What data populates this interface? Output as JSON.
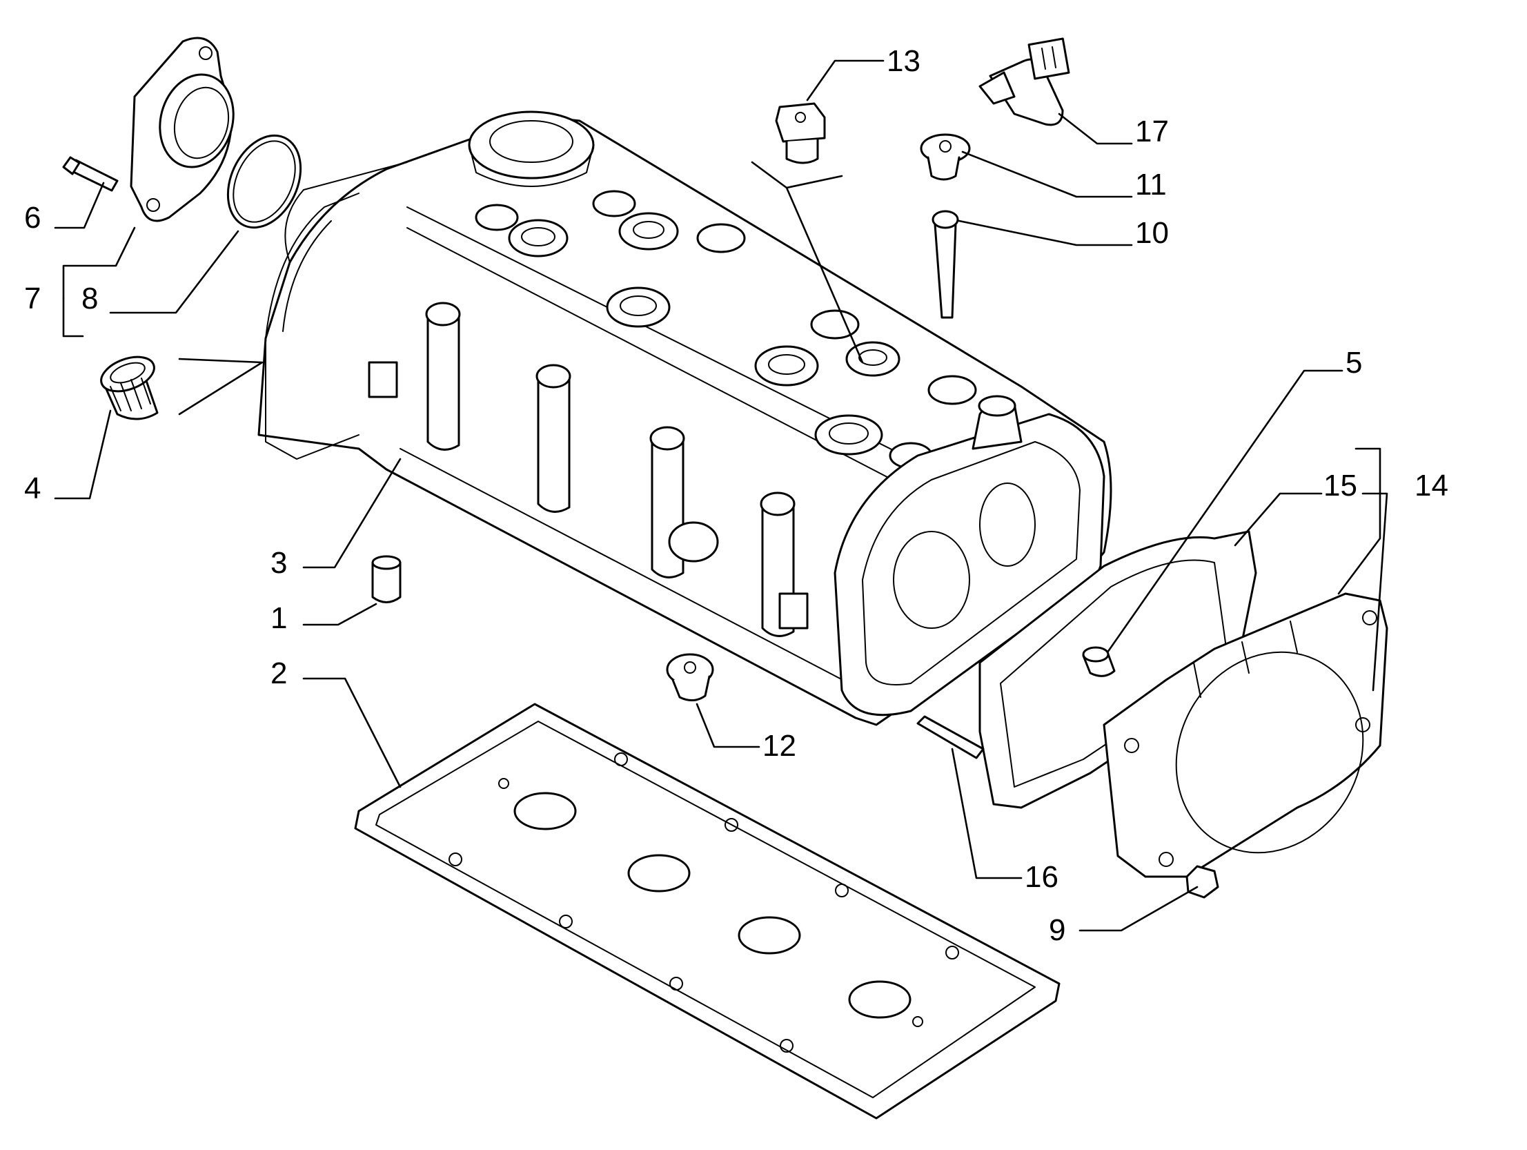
{
  "callouts": [
    {
      "id": "p1",
      "text": "1"
    },
    {
      "id": "p2",
      "text": "2"
    },
    {
      "id": "p3",
      "text": "3"
    },
    {
      "id": "p4",
      "text": "4"
    },
    {
      "id": "p5",
      "text": "5"
    },
    {
      "id": "p6",
      "text": "6"
    },
    {
      "id": "p7",
      "text": "7"
    },
    {
      "id": "p8",
      "text": "8"
    },
    {
      "id": "p9",
      "text": "9"
    },
    {
      "id": "p10",
      "text": "10"
    },
    {
      "id": "p11",
      "text": "11"
    },
    {
      "id": "p12",
      "text": "12"
    },
    {
      "id": "p13",
      "text": "13"
    },
    {
      "id": "p14",
      "text": "14"
    },
    {
      "id": "p15",
      "text": "15"
    },
    {
      "id": "p16",
      "text": "16"
    },
    {
      "id": "p17",
      "text": "17"
    }
  ],
  "colors": {
    "line": "#000000",
    "background": "#ffffff"
  }
}
